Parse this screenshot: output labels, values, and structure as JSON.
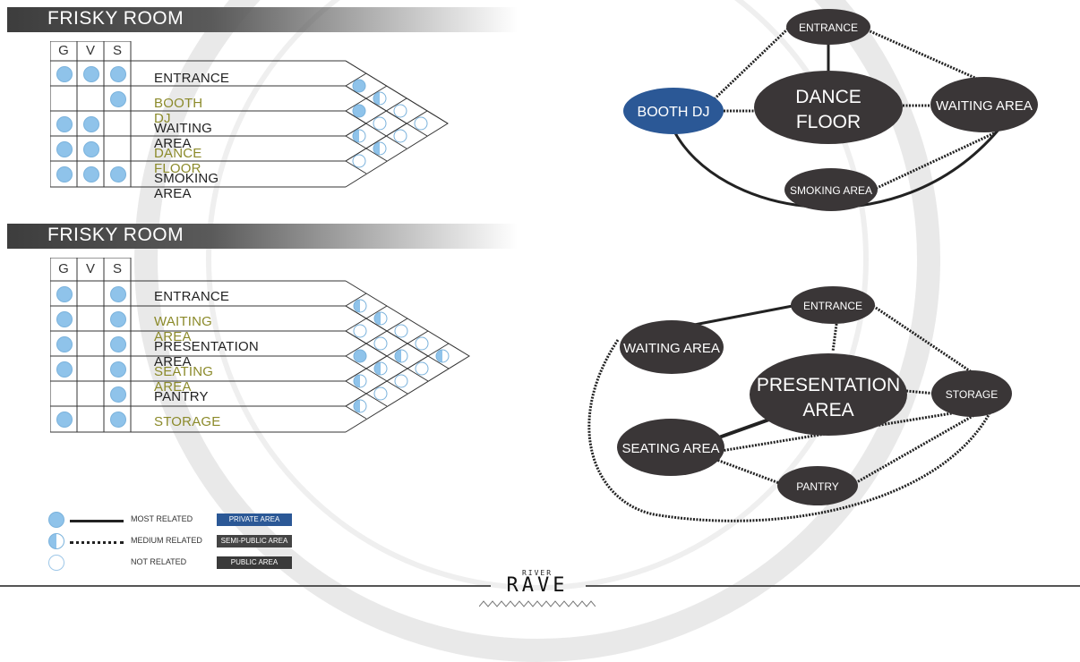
{
  "matrix_top": {
    "title": "FRISKY ROOM",
    "headers": [
      "G",
      "V",
      "S"
    ],
    "rows": [
      {
        "label": "ENTRANCE",
        "g": true,
        "v": true,
        "s": true
      },
      {
        "label": "BOOTH DJ",
        "g": false,
        "v": false,
        "s": true
      },
      {
        "label": "WAITING AREA",
        "g": true,
        "v": true,
        "s": false
      },
      {
        "label": "DANCE FLOOR",
        "g": true,
        "v": true,
        "s": false
      },
      {
        "label": "SMOKING AREA",
        "g": true,
        "v": true,
        "s": true
      }
    ]
  },
  "matrix_bottom": {
    "title": "FRISKY ROOM",
    "headers": [
      "G",
      "V",
      "S"
    ],
    "rows": [
      {
        "label": "ENTRANCE",
        "g": true,
        "v": false,
        "s": true
      },
      {
        "label": "WAITING AREA",
        "g": true,
        "v": false,
        "s": true
      },
      {
        "label": "PRESENTATION AREA",
        "g": true,
        "v": false,
        "s": true
      },
      {
        "label": "SEATING AREA",
        "g": true,
        "v": false,
        "s": true
      },
      {
        "label": "PANTRY",
        "g": false,
        "v": false,
        "s": true
      },
      {
        "label": "STORAGE",
        "g": true,
        "v": false,
        "s": true
      }
    ]
  },
  "bubble_top": {
    "nodes": {
      "entrance": "ENTRANCE",
      "booth_dj": "BOOTH DJ",
      "dance_floor_1": "DANCE",
      "dance_floor_2": "FLOOR",
      "waiting_area": "WAITING AREA",
      "smoking_area": "SMOKING AREA"
    }
  },
  "bubble_bottom": {
    "nodes": {
      "entrance": "ENTRANCE",
      "waiting_area": "WAITING AREA",
      "presentation_1": "PRESENTATION",
      "presentation_2": "AREA",
      "storage": "STORAGE",
      "seating_area": "SEATING AREA",
      "pantry": "PANTRY"
    }
  },
  "legend": {
    "most_related": "MOST RELATED",
    "medium_related": "MEDIUM RELATED",
    "not_related": "NOT RELATED",
    "private_area": "PRIVATE AREA",
    "semi_public_area": "SEMI-PUBLIC AREA",
    "public_area": "PUBLIC AREA"
  },
  "logo": {
    "small": "RIVER",
    "big": "RAVE"
  },
  "colors": {
    "private": "#2b5896",
    "semi_public": "#444444",
    "public": "#3a3a3a",
    "dot": "#8fc3ea",
    "node": "#3a3637"
  }
}
